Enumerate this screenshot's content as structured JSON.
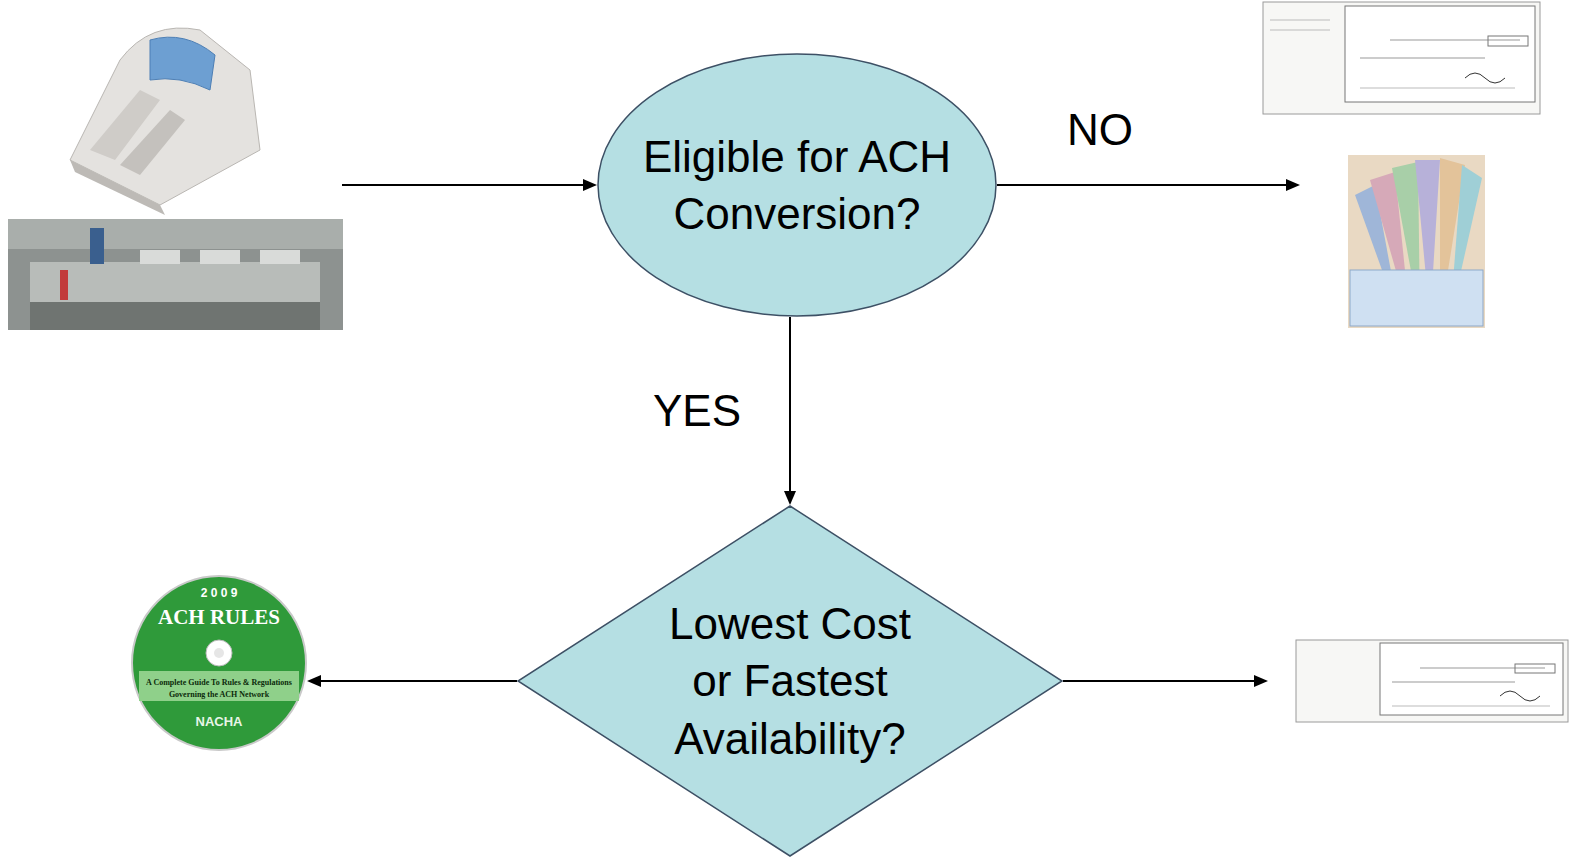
{
  "diagram": {
    "nodes": [
      {
        "text": [
          "Eligible for ACH Conversion?"
        ]
      },
      {
        "text": [
          "Lowest Cost or Fastest Availability?"
        ]
      },
      {
        "text": [
          "2 0 0 9",
          "ACH RULES",
          "A Complete Guide To Rules & Regulations Governing the ACH Network",
          "NACHA"
        ]
      }
    ],
    "edges": [
      {
        "from": 0,
        "to": 1,
        "arrow": "to",
        "label": "YES"
      },
      {
        "from": 1,
        "to": 2,
        "arrow": "to"
      }
    ],
    "labels": [
      "NO"
    ]
  }
}
